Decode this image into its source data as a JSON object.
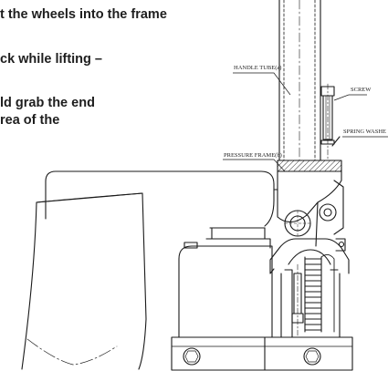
{
  "instructions": {
    "line1": "t the wheels into the frame",
    "line2": "ck while lifting –",
    "line3": "ld grab the end",
    "line4": "rea of the"
  },
  "labels": {
    "handle_tube": "HANDLE TUBE(a)",
    "screw": "SCREW",
    "spring_washer": "SPRING WASHE",
    "pressure_frame": "PRESSURE FRAME(b)"
  },
  "colors": {
    "line": "#1a1a1a",
    "hatch": "#333333",
    "text": "#1e1e1e"
  }
}
